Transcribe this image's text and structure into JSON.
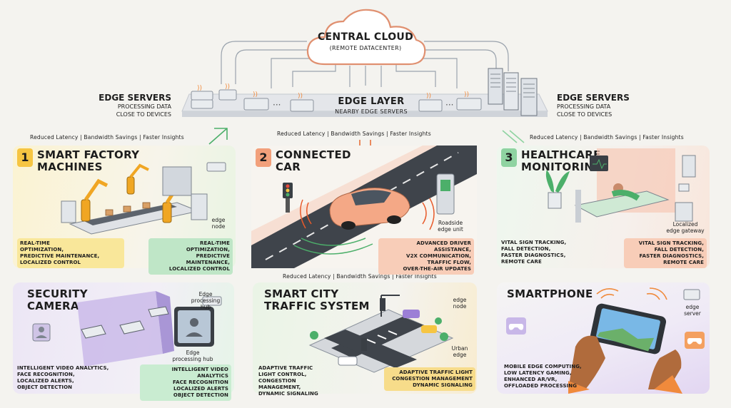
{
  "cloud": {
    "title": "CENTRAL CLOUD",
    "subtitle": "(REMOTE DATACENTER)"
  },
  "edge_layer": {
    "title": "EDGE LAYER",
    "subtitle": "NEARBY EDGE SERVERS"
  },
  "edge_servers_left": {
    "title": "EDGE SERVERS",
    "sub1": "PROCESSING DATA",
    "sub2": "CLOSE TO DEVICES"
  },
  "edge_servers_right": {
    "title": "EDGE SERVERS",
    "sub1": "PROCESSING DATA",
    "sub2": "CLOSE TO DEVICES"
  },
  "benefits": {
    "left": "Reduced Latency | Bandwidth Savings | Faster Insights",
    "center": "Reduced Latency | Bandwidth Savings | Faster Insights",
    "right": "Reduced Latency | Bandwidth Savings | Faster Insights",
    "middle": "Reduced Latency | Bandwidth Savings | Faster Insights"
  },
  "panels": {
    "factory": {
      "number": "1",
      "title": "SMART FACTORY\nMACHINES",
      "node_label": "edge\nnode",
      "caption_left": "REAL-TIME\nOPTIMIZATION,\nPREDICTIVE MAINTENANCE,\nLOCALIZED CONTROL",
      "caption_right": "REAL-TIME\nOPTIMIZATION,\nPREDICTIVE MAINTENANCE,\nLOCALIZED CONTROL"
    },
    "car": {
      "number": "2",
      "title": "CONNECTED\nCAR",
      "node_label": "Roadside\nedge unit",
      "caption": "ADVANCED DRIVER ASSISTANCE,\nV2X COMMUNICATION,\nTRAFFIC FLOW,\nOVER-THE-AIR UPDATES"
    },
    "health": {
      "number": "3",
      "title": "HEALTHCARE\nMONITORING",
      "node_label": "Localized\nedge gateway",
      "caption_left": "VITAL SIGN TRACKING,\nFALL DETECTION,\nFASTER DIAGNOSTICS,\nREMOTE CARE",
      "caption_right": "VITAL SIGN TRACKING,\nFALL DETECTION,\nFASTER DIAGNOSTICS,\nREMOTE CARE"
    },
    "security": {
      "title": "SECURITY\nCAMERA",
      "hub_top": "Edge\nprocessing\nhub",
      "hub_bottom": "Edge\nprocessing hub",
      "caption_left": "INTELLIGENT VIDEO ANALYTICS,\nFACE RECOGNITION,\nLOCALIZED ALERTS,\nOBJECT DETECTION",
      "caption_right": "INTELLIGENT VIDEO ANALYTICS\nFACE RECOGNITION\nLOCALIZED ALERTS\nOBJECT DETECTION"
    },
    "city": {
      "title": "SMART CITY\nTRAFFIC SYSTEM",
      "node_top": "edge\nnode",
      "node_bottom": "Urban\nedge",
      "caption_left": "ADAPTIVE TRAFFIC\nLIGHT CONTROL,\nCONGESTION MANAGEMENT,\nDYNAMIC SIGNALING",
      "caption_right": "ADAPTIVE TRAFFIC LIGHT\nCONGESTION MANAGEMENT\nDYNAMIC SIGNALING"
    },
    "phone": {
      "title": "SMARTPHONE",
      "node_label": "edge\nserver",
      "caption": "MOBILE EDGE COMPUTING,\nLOW LATENCY GAMING,\nENHANCED AR/VR,\nOFFLOADED PROCESSING"
    }
  },
  "colors": {
    "yellow": "#f6c542",
    "orange": "#f2a07b",
    "green": "#8fd3a1",
    "purple": "#b9a5e0",
    "server": "#d8dde4",
    "wifi": "#f08a3c"
  }
}
